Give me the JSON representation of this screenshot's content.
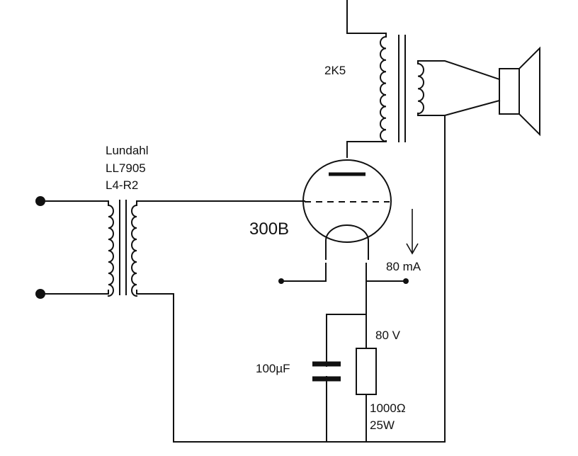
{
  "labels": {
    "output_transformer": "2K5",
    "input_transformer_line1": "Lundahl",
    "input_transformer_line2": "LL7905",
    "input_transformer_line3": "L4-R2",
    "tube": "300B",
    "current": "80 mA",
    "voltage": "80 V",
    "capacitor": "100µF",
    "resistor_value": "1000Ω",
    "resistor_power": "25W"
  }
}
